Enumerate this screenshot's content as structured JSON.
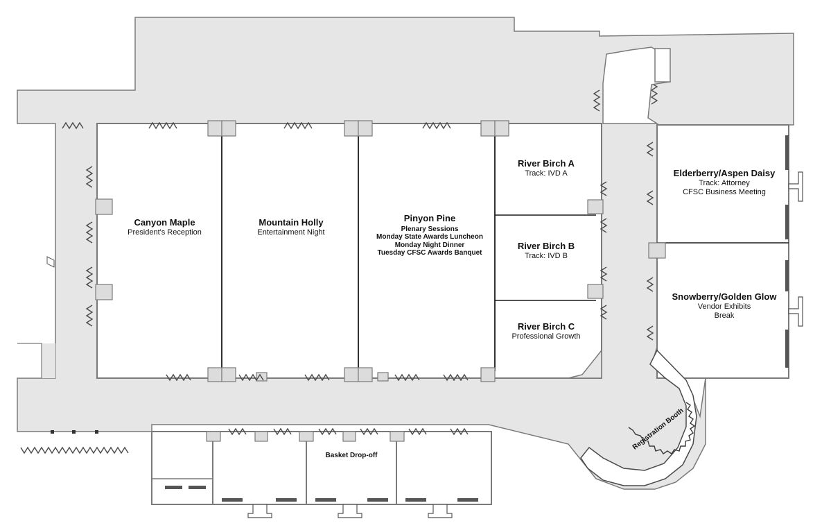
{
  "rooms": {
    "canyon_maple": {
      "name": "Canyon Maple",
      "events": [
        "President's Reception"
      ]
    },
    "mountain_holly": {
      "name": "Mountain Holly",
      "events": [
        "Entertainment Night"
      ]
    },
    "pinyon_pine": {
      "name": "Pinyon Pine",
      "events": [
        "Plenary Sessions",
        "Monday State Awards Luncheon",
        "Monday Night Dinner",
        "Tuesday CFSC Awards Banquet"
      ]
    },
    "river_birch_a": {
      "name": "River Birch A",
      "events": [
        "Track: IVD A"
      ]
    },
    "river_birch_b": {
      "name": "River Birch B",
      "events": [
        "Track: IVD B"
      ]
    },
    "river_birch_c": {
      "name": "River Birch C",
      "events": [
        "Professional Growth"
      ]
    },
    "elderberry_aspen_daisy": {
      "name": "Elderberry/Aspen Daisy",
      "events": [
        "Track: Attorney",
        "CFSC Business Meeting"
      ]
    },
    "snowberry_golden_glow": {
      "name": "Snowberry/Golden Glow",
      "events": [
        "Vendor Exhibits",
        "Break"
      ]
    }
  },
  "areas": {
    "basket_dropoff": "Basket Drop-off",
    "registration_booth": "Registration Booth"
  },
  "colors": {
    "corridor_fill": "#e6e6e6",
    "wall": "#7a7a7a",
    "room_divider": "#1a1a1a",
    "room_fill": "#ffffff"
  }
}
